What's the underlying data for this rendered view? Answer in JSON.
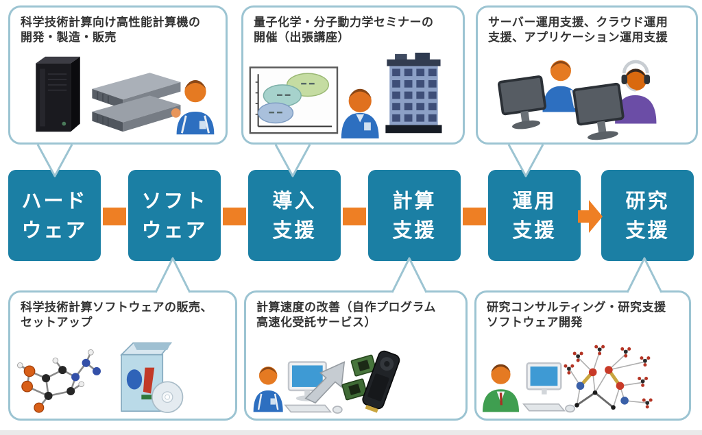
{
  "diagram_title": "",
  "colors": {
    "step_box": "#1b7fa4",
    "step_text": "#ffffff",
    "connector_orange": "#ee7f24",
    "callout_border": "#9cc4d2",
    "callout_text": "#333333",
    "background": "#ffffff"
  },
  "flow": {
    "direction": "left-to-right",
    "final_connector": "arrow",
    "steps": [
      {
        "line1": "ハード",
        "line2": "ウェア"
      },
      {
        "line1": "ソフト",
        "line2": "ウェア"
      },
      {
        "line1": "導入",
        "line2": "支援"
      },
      {
        "line1": "計算",
        "line2": "支援"
      },
      {
        "line1": "運用",
        "line2": "支援"
      },
      {
        "line1": "研究",
        "line2": "支援"
      }
    ]
  },
  "callouts": [
    {
      "position": "top-left",
      "points_to": "ハードウェア",
      "text": "科学技術計算向け高性能計算機の\n開発・製造・販売",
      "icons": [
        "tower-server-icon",
        "rack-servers-icon",
        "technician-icon"
      ]
    },
    {
      "position": "top-center",
      "points_to": "導入支援",
      "text": "量子化学・分子動力学セミナーの\n開催（出張講座）",
      "icons": [
        "presentation-chart-icon",
        "instructor-icon",
        "office-building-icon"
      ]
    },
    {
      "position": "top-right",
      "points_to": "運用支援",
      "text": "サーバー運用支援、クラウド運用\n支援、アプリケーション運用支援",
      "icons": [
        "operator-at-monitor-icon",
        "headset-operator-at-monitor-icon"
      ]
    },
    {
      "position": "bottom-left",
      "points_to": "ソフトウェア",
      "text": "科学技術計算ソフトウェアの販売、\nセットアップ",
      "icons": [
        "molecule-model-icon",
        "software-box-cd-icon"
      ]
    },
    {
      "position": "bottom-center",
      "points_to": "計算支援",
      "text": "計算速度の改善（自作プログラム\n高速化受託サービス）",
      "icons": [
        "engineer-at-pc-icon",
        "speedup-arrow-icon",
        "cpu-chips-icon",
        "gpu-card-icon"
      ]
    },
    {
      "position": "bottom-right",
      "points_to": "研究支援",
      "text": "研究コンサルティング・研究支援\nソフトウェア開発",
      "icons": [
        "consultant-at-pc-icon",
        "molecular-network-icon"
      ]
    }
  ]
}
